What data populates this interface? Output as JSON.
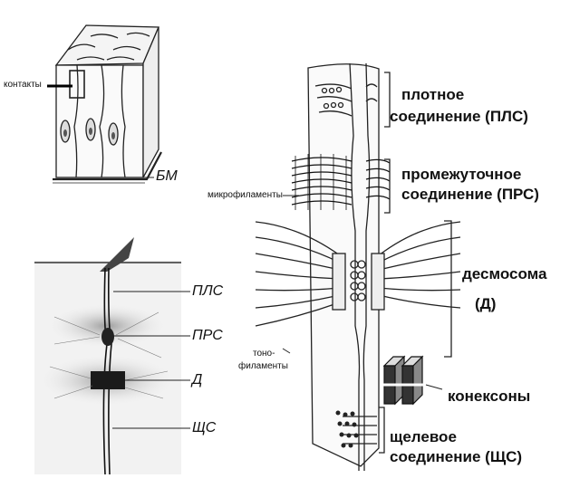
{
  "labels": {
    "contacts": "контакты",
    "bm": "БМ",
    "pls_short": "ПЛС",
    "prs_short": "ПРС",
    "d_short": "Д",
    "shs_short": "ЩС",
    "tight_1": "плотное",
    "tight_2": "соединение (ПЛС)",
    "inter_1": "промежуточное",
    "inter_2": "соединение (ПРС)",
    "desmo_1": "десмосома",
    "desmo_2": "(Д)",
    "connexons": "конексоны",
    "gap_1": "щелевое",
    "gap_2": "соединение (ЩС)",
    "microfil": "микрофиламенты",
    "tono_1": "тоно-",
    "tono_2": "филаменты"
  }
}
